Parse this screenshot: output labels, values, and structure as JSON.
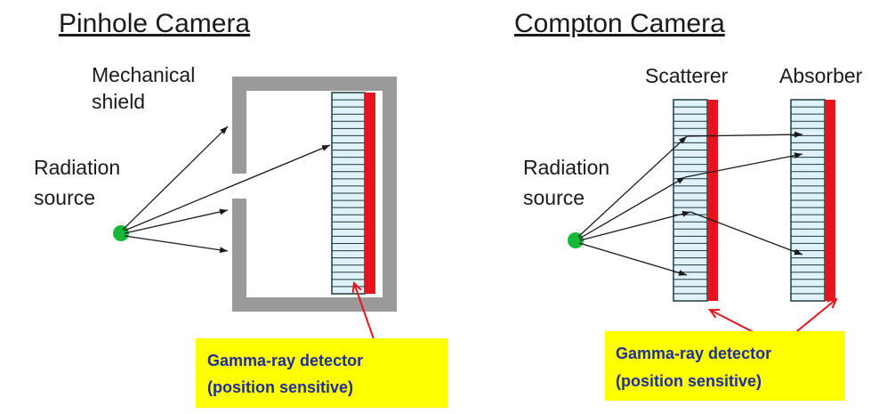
{
  "pinhole": {
    "title": "Pinhole Camera",
    "shield_label_line1": "Mechanical",
    "shield_label_line2": "shield",
    "source_label_line1": "Radiation",
    "source_label_line2": "source",
    "detector_note_line1": "Gamma-ray detector",
    "detector_note_line2": "(position sensitive)"
  },
  "compton": {
    "title": "Compton Camera",
    "scatterer_label": "Scatterer",
    "absorber_label": "Absorber",
    "source_label_line1": "Radiation",
    "source_label_line2": "source",
    "detector_note_line1": "Gamma-ray detector",
    "detector_note_line2": "(position sensitive)"
  },
  "colors": {
    "shield": "#9a9a9a",
    "detector_fill": "#dff2f7",
    "detector_line": "#1f3b45",
    "detector_strip": "#e8141c",
    "source": "#18b83a",
    "note_box": "#ffff00",
    "note_text": "#1f2f9a",
    "pointer": "#e8141c"
  }
}
